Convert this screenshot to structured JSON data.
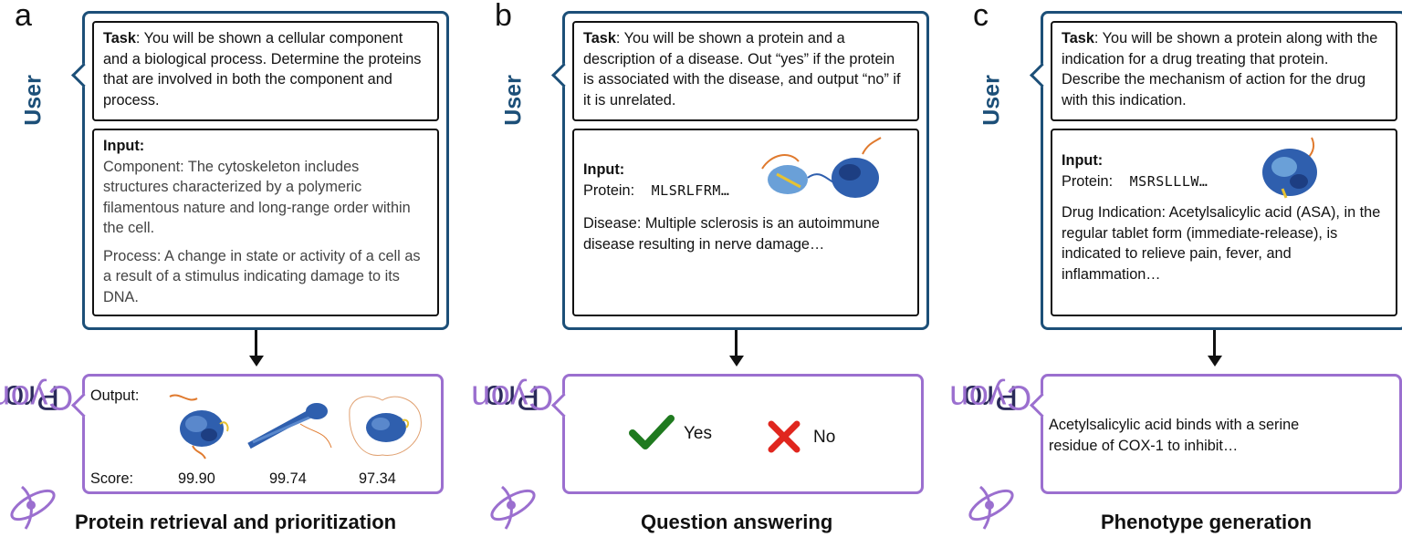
{
  "panels": [
    {
      "letter": "a",
      "user_label": "User",
      "task_label": "Task",
      "task_text": ": You will be shown a cellular component and a biological process. Determine the proteins that are involved in both the component and process.",
      "input_label": "Input:",
      "component_text": "Component: The cytoskeleton includes structures characterized by a polymeric filamentous nature and long-range order within the cell.",
      "process_text": "Process: A change in state or activity of a cell as a result of a stimulus indicating damage to its DNA.",
      "output_label": "Output:",
      "score_label": "Score:",
      "scores": [
        "99.90",
        "99.74",
        "97.34"
      ],
      "caption": "Protein retrieval and prioritization"
    },
    {
      "letter": "b",
      "user_label": "User",
      "task_label": "Task",
      "task_text": ": You will be shown a protein and a description of a disease. Out “yes” if the protein is associated with the disease, and output “no” if it is unrelated.",
      "input_label": "Input:",
      "protein_label": "Protein:",
      "protein_seq": "MLSRLFRM…",
      "disease_text": "Disease: Multiple sclerosis is an autoimmune disease resulting in nerve damage…",
      "yes_label": "Yes",
      "no_label": "No",
      "caption": "Question answering"
    },
    {
      "letter": "c",
      "user_label": "User",
      "task_label": "Task",
      "task_text": ": You will be shown a protein along with the indication for a drug treating that protein. Describe the mechanism of action for the drug with this indication.",
      "input_label": "Input:",
      "protein_label": "Protein:",
      "protein_seq": "MSRSLLLW…",
      "drug_text": "Drug Indication: Acetylsalicylic acid (ASA), in the regular tablet form (immediate-release), is indicated to relieve pain, fever, and inflammation…",
      "output_text": "Acetylsalicylic acid binds with a serine residue of COX-1 to inhibit…",
      "caption": "Phenotype generation"
    }
  ],
  "brand": {
    "pro": "Pro",
    "cyon": "Cyon"
  },
  "colors": {
    "user": "#1c4f78",
    "procyon": "#9b6fcf",
    "yes": "#1f7a1f",
    "no": "#e0261e"
  }
}
